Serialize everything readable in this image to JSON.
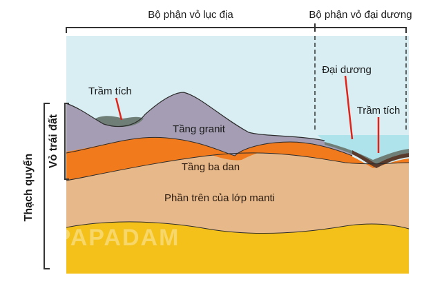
{
  "header": {
    "continental": "Bộ phận vỏ lục địa",
    "oceanic": "Bộ phận vỏ đại dương"
  },
  "labels": {
    "sediment_left": "Trầm tích",
    "granite": "Tầng granit",
    "basalt": "Tầng ba dan",
    "upper_mantle": "Phần trên của lớp manti",
    "ocean": "Đại dương",
    "sediment_right": "Trầm tích"
  },
  "side": {
    "crust": "Vỏ trái đất",
    "lithosphere": "Thạch quyển"
  },
  "watermark": "PAPADAM",
  "colors": {
    "sky": "#d8eef3",
    "ocean_water": "#aee3ec",
    "granite": "#a49db3",
    "sediment": "#6f7f78",
    "basalt": "#f07a1c",
    "mantle_upper": "#e7b98a",
    "mantle_lower": "#f4c01a",
    "pointer": "#e2231a"
  }
}
